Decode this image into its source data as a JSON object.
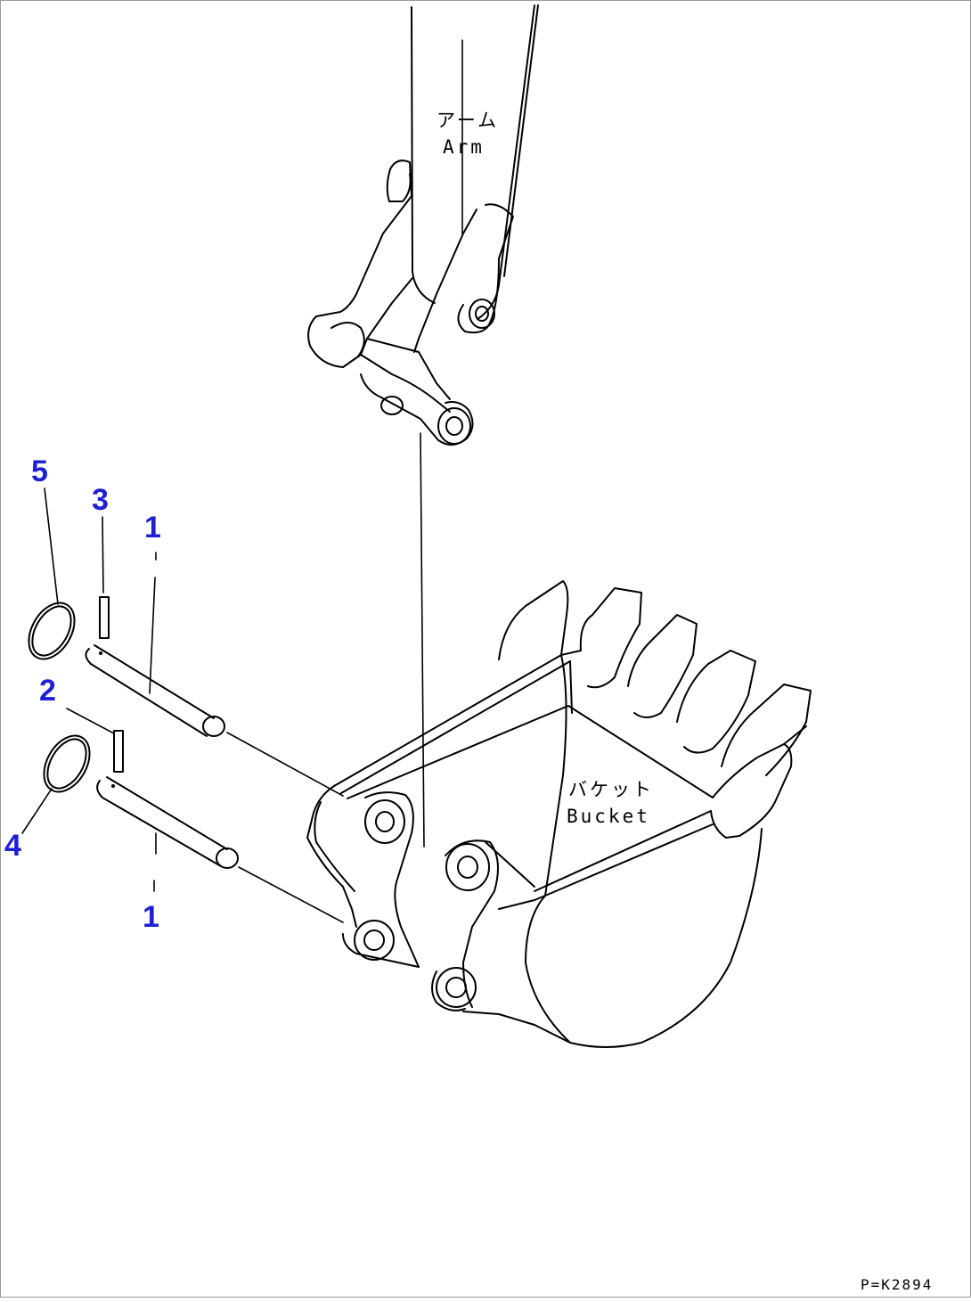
{
  "labels": {
    "arm_jp": "アーム",
    "arm_en": "Arm",
    "bucket_jp": "バケット",
    "bucket_en": "Bucket"
  },
  "callouts": [
    "1",
    "1",
    "2",
    "3",
    "4",
    "5"
  ],
  "drawing_code": "P=K2894",
  "colors": {
    "callout": "#1f1fd6",
    "line": "#000000"
  }
}
